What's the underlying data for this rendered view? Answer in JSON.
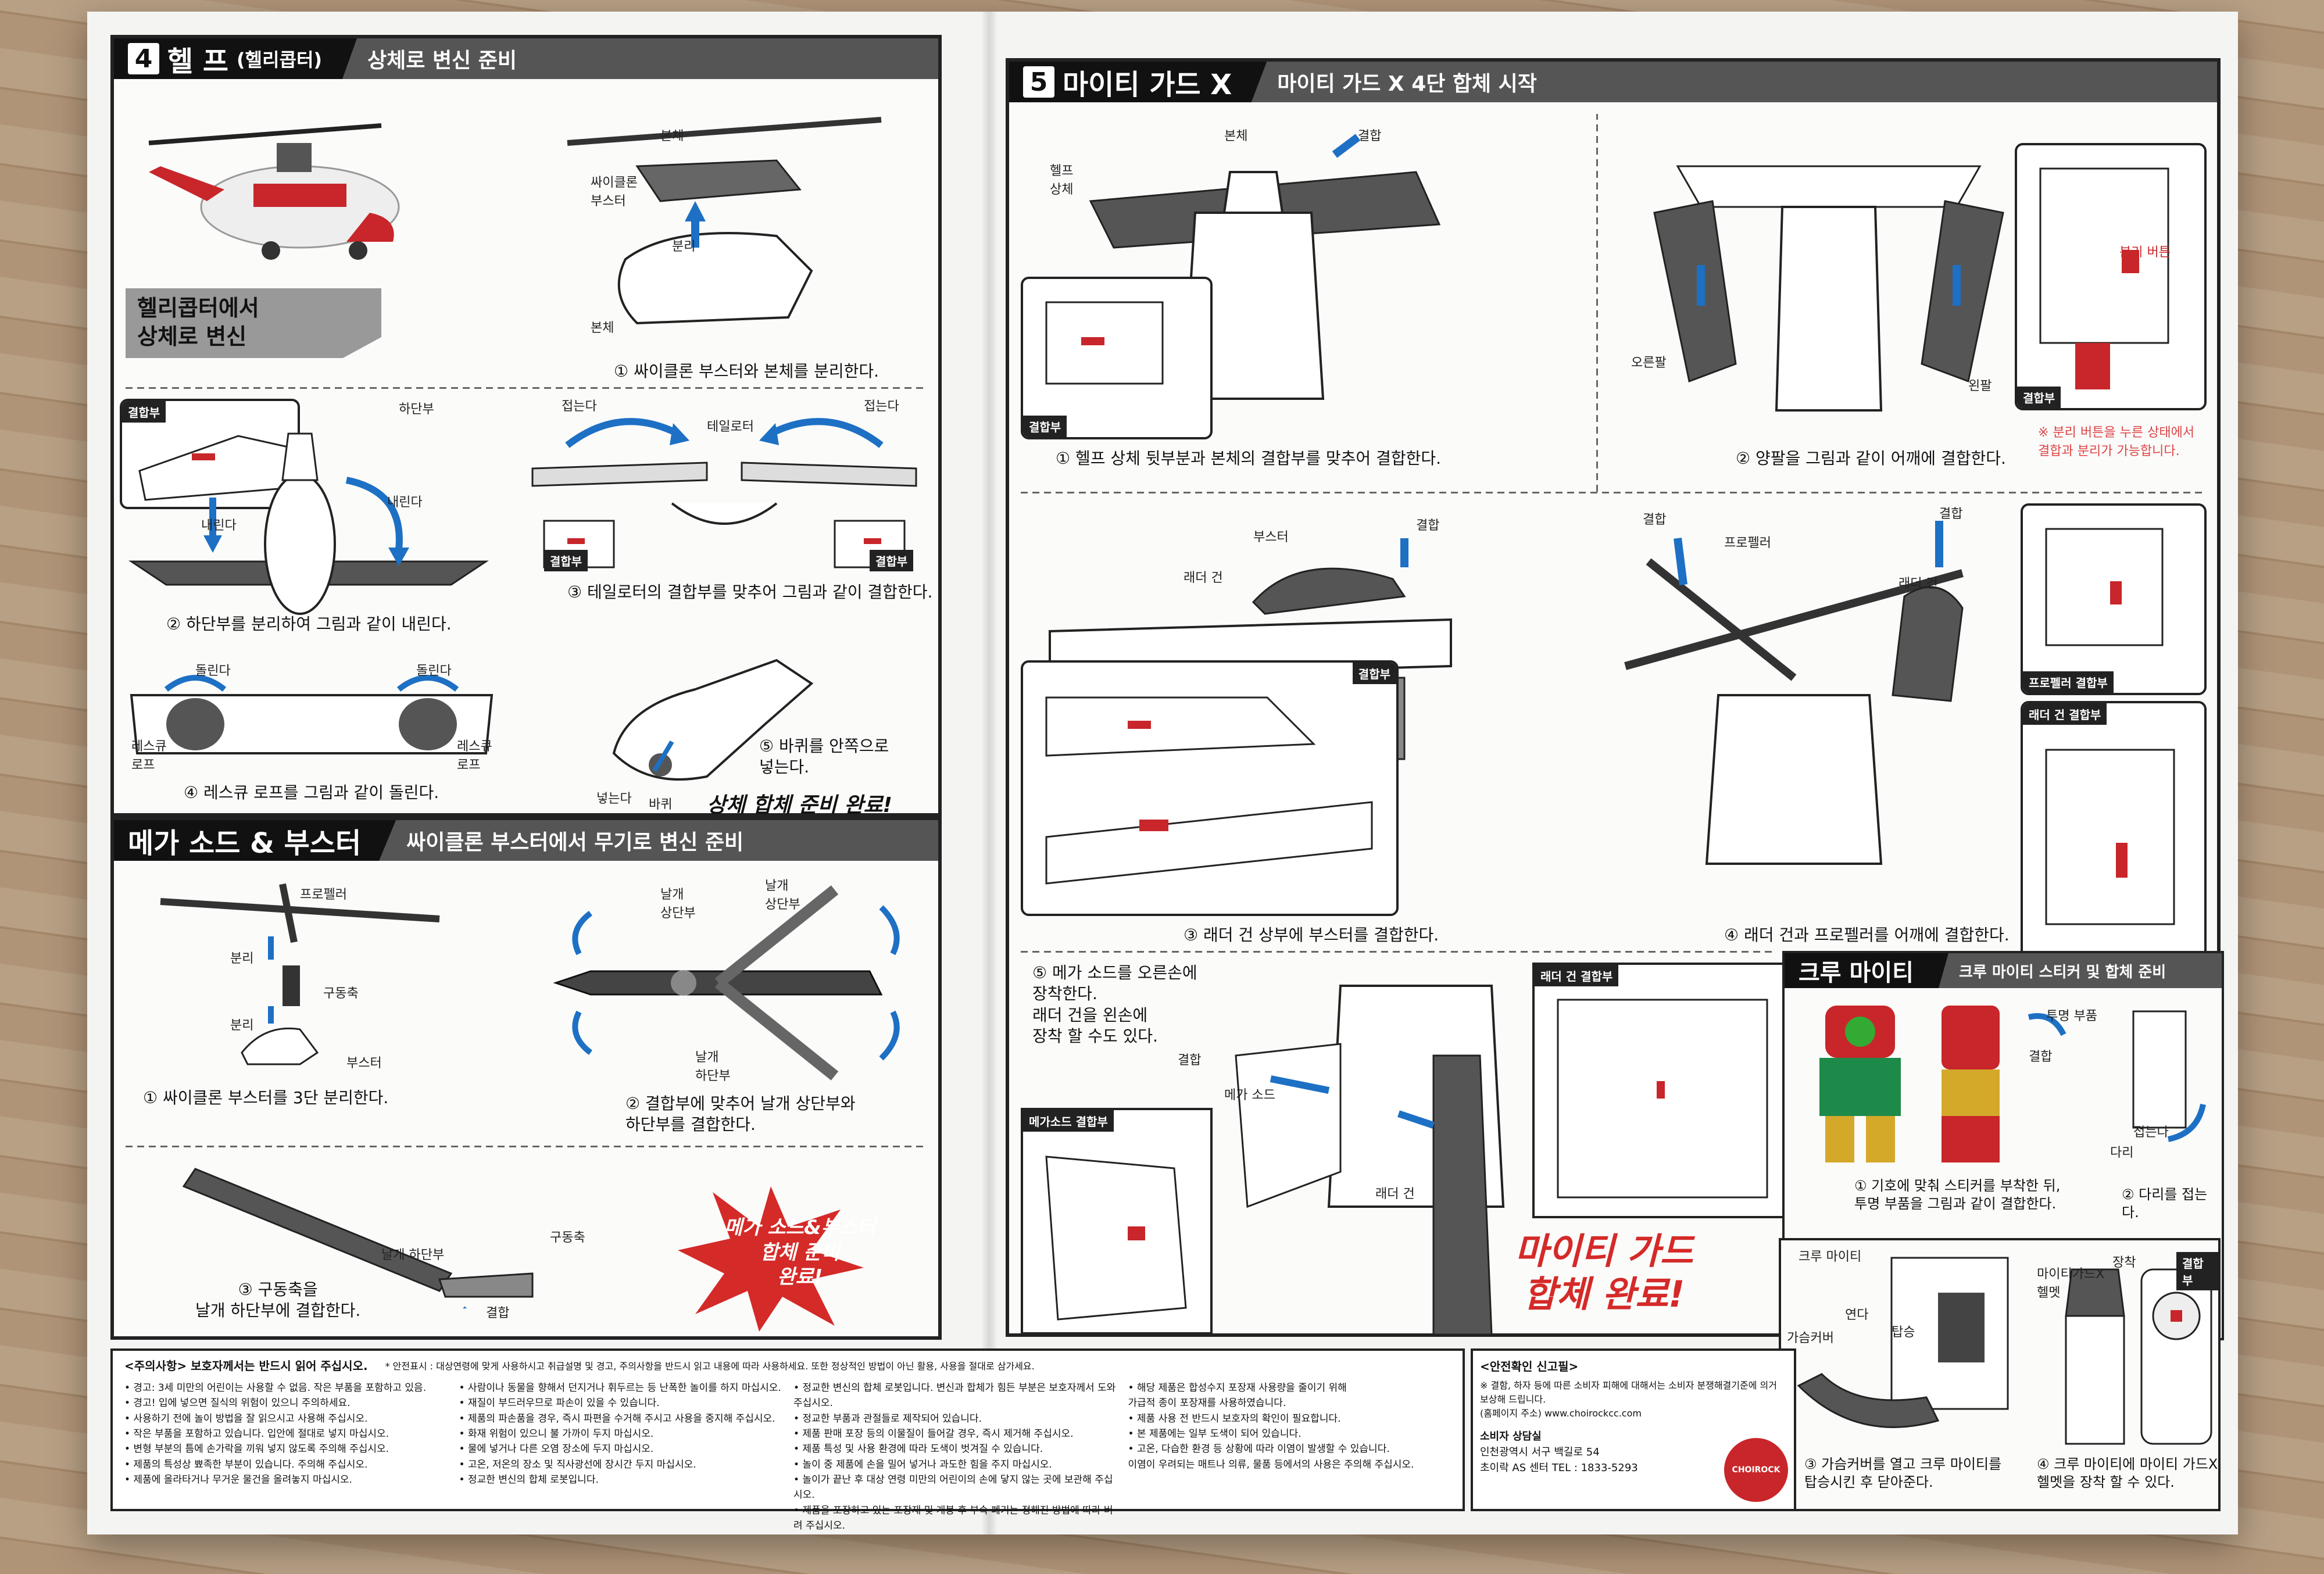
{
  "section4": {
    "number": "4",
    "title": "헬 프",
    "title_paren": "(헬리콥터)",
    "subtitle": "상체로 변신 준비",
    "callout_line1": "헬리콥터에서",
    "callout_line2": "상체로 변신",
    "labels": {
      "body": "본체",
      "booster": "싸이클론\n부스터",
      "separate": "분리",
      "lower": "하단부",
      "down1": "내린다",
      "down2": "내린다",
      "tailrotor": "테일로터",
      "fold1": "접는다",
      "fold2": "접는다",
      "joint": "결합부",
      "turn1": "돌린다",
      "turn2": "돌린다",
      "rope1": "레스큐\n로프",
      "rope2": "레스큐\n로프",
      "push": "넣는다",
      "wheel": "바퀴"
    },
    "step1": "① 싸이클론 부스터와 본체를 분리한다.",
    "step2": "② 하단부를 분리하여 그림과 같이 내린다.",
    "step3": "③ 테일로터의 결합부를 맞추어 그림과 같이 결합한다.",
    "step4": "④ 레스큐 로프를 그림과 같이 돌린다.",
    "step5": "⑤ 바퀴를 안쪽으로\n넣는다.",
    "complete": "상체 합체 준비 완료!"
  },
  "mega": {
    "title": "메가 소드 & 부스터",
    "subtitle": "싸이클론 부스터에서 무기로 변신 준비",
    "labels": {
      "propeller": "프로펠러",
      "drive": "구동축",
      "booster": "부스터",
      "separate1": "분리",
      "separate2": "분리",
      "wing_upper": "날개\n상단부",
      "wing_upper2": "날개\n상단부",
      "wing_lower": "날개\n하단부",
      "join": "결합",
      "wing_lower2": "날개 하단부",
      "drive2": "구동축"
    },
    "step1": "① 싸이클론 부스터를 3단 분리한다.",
    "step2": "② 결합부에 맞추어 날개 상단부와\n하단부를 결합한다.",
    "step3": "③ 구동축을\n날개 하단부에 결합한다.",
    "complete": "메가 소드&부스터\n합체 준비\n완료!"
  },
  "section5": {
    "number": "5",
    "title": "마이티 가드 X",
    "subtitle": "마이티 가드 X 4단 합체 시작",
    "labels": {
      "helpupper": "헬프\n상체",
      "body": "본체",
      "join": "결합",
      "right_arm": "오른팔",
      "left_arm": "왼팔",
      "sep_button": "분리 버튼",
      "booster": "부스터",
      "ladder": "래더 건",
      "propeller": "프로펠러",
      "ladder2": "래더 건",
      "prop_joint": "프로펠러 결합부",
      "ladder_joint": "래더 건 결합부",
      "mega_sword": "메가 소드",
      "ladder3": "래더 건",
      "mega_joint": "메가소드 결합부",
      "ladder_joint2": "래더 건 결합부"
    },
    "warning": "※ 분리 버튼을 누른 상태에서\n결합과 분리가 가능합니다.",
    "step1": "① 헬프 상체 뒷부분과 본체의 결합부를 맞추어 결합한다.",
    "step2": "② 양팔을 그림과 같이 어깨에 결합한다.",
    "step3": "③ 래더 건 상부에 부스터를 결합한다.",
    "step4": "④ 래더 건과 프로펠러를 어깨에 결합한다.",
    "step5": "⑤ 메가 소드를 오른손에\n장착한다.\n래더 건을 왼손에\n장착 할 수도 있다.",
    "complete": "마이티 가드\n합체 완료!"
  },
  "crew": {
    "title": "크루 마이티",
    "subtitle": "크루 마이티 스티커 및 합체 준비",
    "labels": {
      "clear": "투명 부품",
      "join": "결합",
      "leg": "다리",
      "fold": "접는다",
      "crew": "크루 마이티",
      "chest": "가슴커버",
      "open": "연다",
      "board": "탑승",
      "helmet": "마이티가드X\n헬멧",
      "attach": "장착",
      "joint": "결합부"
    },
    "step1": "① 기호에 맞춰 스티커를 부착한 뒤,\n투명 부품을 그림과 같이 결합한다.",
    "step2": "② 다리를 접는다.",
    "step3": "③ 가슴커버를 열고 크루 마이티를\n탑승시킨 후 닫아준다.",
    "step4": "④ 크루 마이티에 마이티 가드X\n헬멧을 장착 할 수 있다."
  },
  "footer": {
    "caution_title": "<주의사항> 보호자께서는 반드시 읽어 주십시오.",
    "caution_note": "* 안전표시 : 대상연령에 맞게 사용하시고 취급설명 및 경고, 주의사항을 반드시 읽고 내용에 따라 사용하세요. 또한 정상적인 방법이 아닌 활용, 사용을 절대로 삼가세요.",
    "col1": [
      "• 경고: 3세 미만의 어린이는 사용할 수 없음. 작은 부품을 포함하고 있음.",
      "• 경고! 입에 넣으면 질식의 위험이 있으니 주의하세요.",
      "• 사용하기 전에 놀이 방법을 잘 읽으시고 사용해 주십시오.",
      "• 작은 부품을 포함하고 있습니다. 입안에 절대로 넣지 마십시오.",
      "• 변형 부분의 틈에 손가락을 끼워 넣지 않도록 주의해 주십시오.",
      "• 제품의 특성상 뾰족한 부분이 있습니다. 주의해 주십시오.",
      "• 제품에 올라타거나 무거운 물건을 올려놓지 마십시오."
    ],
    "col2": [
      "• 사람이나 동물을 향해서 던지거나 휘두르는 등 난폭한 놀이를 하지 마십시오.",
      "• 재질이 부드러우므로 파손이 있을 수 있습니다.",
      "• 제품의 파손품을 경우, 즉시 파편을 수거해 주시고 사용을 중지해 주십시오.",
      "• 화재 위험이 있으니 불 가까이 두지 마십시오.",
      "• 물에 넣거나 다른 오염 장소에 두지 마십시오.",
      "• 고온, 저온의 장소 및 직사광선에 장시간 두지 마십시오.",
      "• 정교한 변신의 합체 로봇입니다."
    ],
    "col3": [
      "• 정교한 변신의 합체 로봇입니다. 변신과 합체가 힘든 부분은 보호자께서 도와주십시오.",
      "• 정교한 부품과 관절들로 제작되어 있습니다.",
      "• 제품 판매 포장 등의 이물질이 들어갈 경우, 즉시 제거해 주십시오.",
      "• 제품 특성 및 사용 환경에 따라 도색이 벗겨질 수 있습니다.",
      "• 놀이 중 제품에 손을 밀어 넣거나 과도한 힘을 주지 마십시오.",
      "• 놀이가 끝난 후 대상 연령 미만의 어린이의 손에 닿지 않는 곳에 보관해 주십시오.",
      "• 제품을 포장하고 있는 포장재 및 개봉 후 부속 폐기는 정해진 방법에 따라 버려 주십시오."
    ],
    "col4": [
      "• 해당 제품은 합성수지 포장재 사용량을 줄이기 위해",
      "  가급적 종이 포장재를 사용하였습니다.",
      "• 제품 사용 전 반드시 보호자의 확인이 필요합니다.",
      "• 본 제품에는 일부 도색이 되어 있습니다.",
      "• 고온, 다습한 환경 등 상황에 따라 이염이 발생할 수 있습니다.",
      "  이염이 우려되는 매트나 의류, 물품 등에서의 사용은 주의해 주십시오."
    ]
  },
  "safety": {
    "title": "<안전확인 신고필>",
    "note": "※ 결함, 하자 등에 따른 소비자 피해에 대해서는 소비자 분쟁해결기준에 의거 보상해 드립니다.",
    "web": "(홈페이지 주소) www.choirockcc.com",
    "center_title": "소비자 상담실",
    "address": "인천광역시 서구 백길로 54",
    "as": "초이락 AS 센터 TEL : 1833-5293",
    "logo": "CHOIROCK"
  }
}
